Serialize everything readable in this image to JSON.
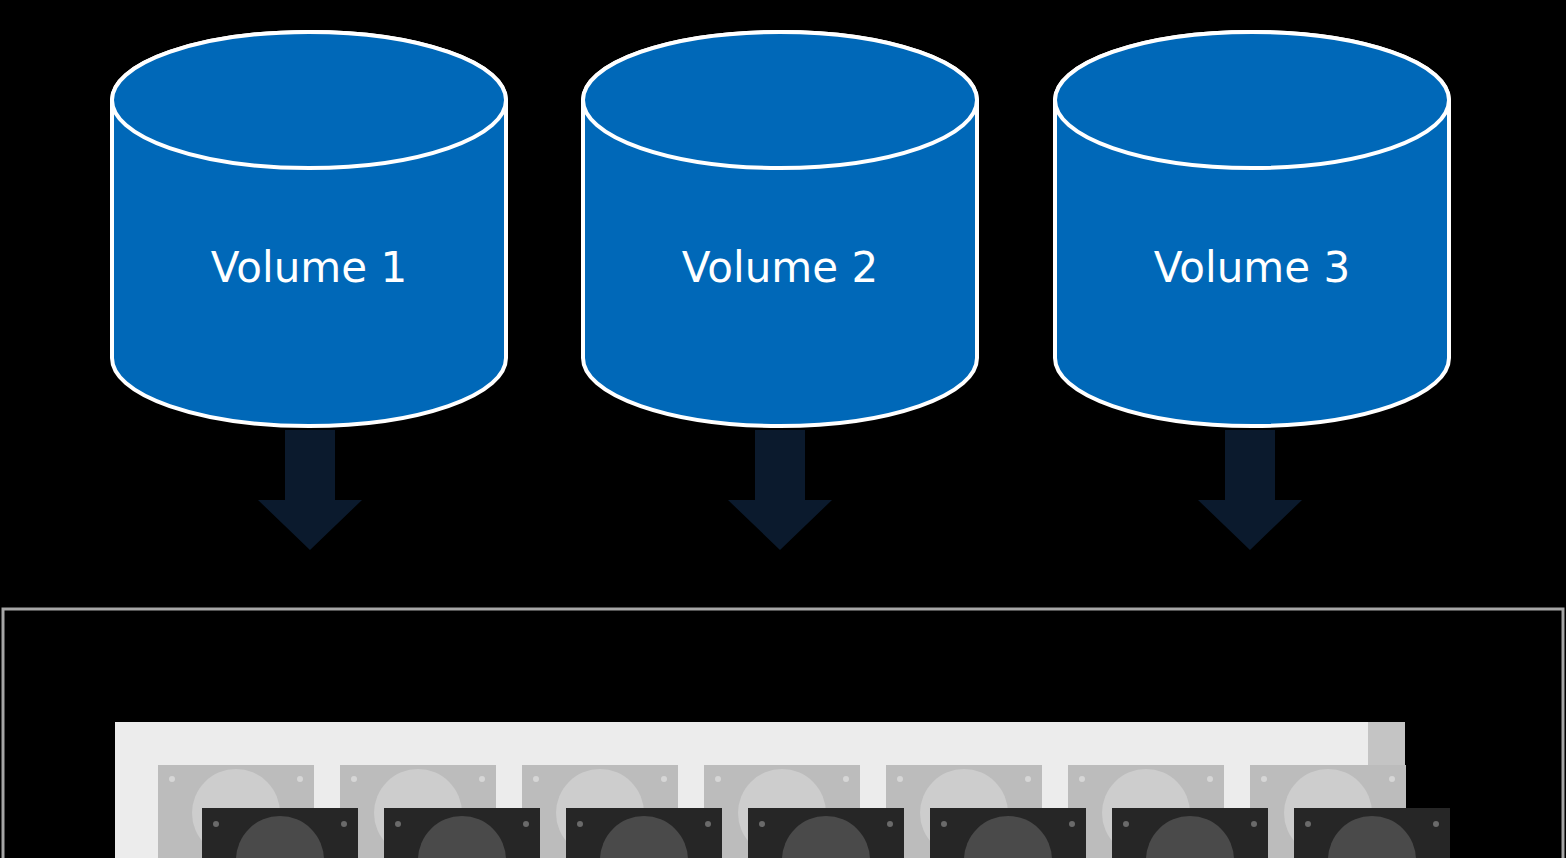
{
  "diagram": {
    "nodes": [
      {
        "text": [
          "Volume 1"
        ]
      },
      {
        "text": [
          "Volume 2"
        ]
      },
      {
        "text": [
          "Volume 3"
        ]
      }
    ]
  }
}
